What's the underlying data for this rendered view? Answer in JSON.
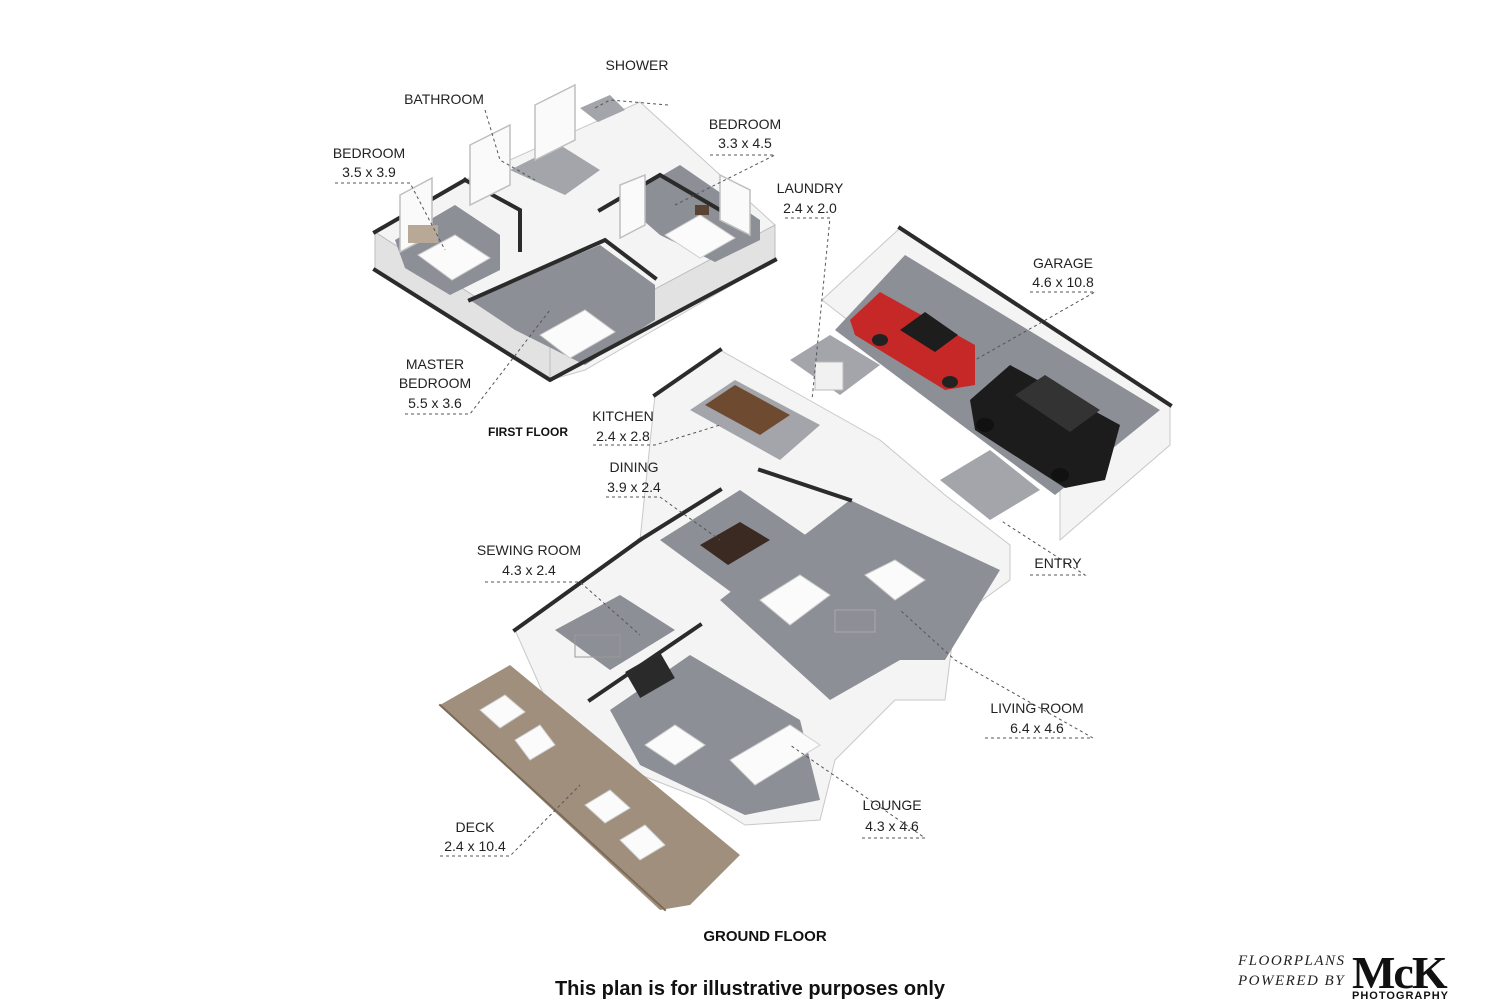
{
  "floors": {
    "first": "FIRST FLOOR",
    "ground": "GROUND FLOOR"
  },
  "rooms": {
    "shower": {
      "name": "SHOWER"
    },
    "bathroom": {
      "name": "BATHROOM"
    },
    "bedroom_left": {
      "name": "BEDROOM",
      "size": "3.5 x 3.9"
    },
    "bedroom_right": {
      "name": "BEDROOM",
      "size": "3.3 x 4.5"
    },
    "master": {
      "name1": "MASTER",
      "name2": "BEDROOM",
      "size": "5.5 x 3.6"
    },
    "laundry": {
      "name": "LAUNDRY",
      "size": "2.4 x 2.0"
    },
    "garage": {
      "name": "GARAGE",
      "size": "4.6 x 10.8"
    },
    "kitchen": {
      "name": "KITCHEN",
      "size": "2.4 x 2.8"
    },
    "dining": {
      "name": "DINING",
      "size": "3.9 x 2.4"
    },
    "sewing": {
      "name": "SEWING ROOM",
      "size": "4.3 x 2.4"
    },
    "entry": {
      "name": "ENTRY"
    },
    "living": {
      "name": "LIVING ROOM",
      "size": "6.4 x 4.6"
    },
    "lounge": {
      "name": "LOUNGE",
      "size": "4.3 x 4.6"
    },
    "deck": {
      "name": "DECK",
      "size": "2.4 x 10.4"
    }
  },
  "disclaimer": "This plan is for illustrative purposes only",
  "branding": {
    "line1": "FLOORPLANS",
    "line2": "POWERED BY",
    "logo": "McK",
    "sub": "PHOTOGRAPHY"
  },
  "colors": {
    "floor": "#8d8f96",
    "car_red": "#c62828",
    "car_black": "#1c1c1c",
    "deck_wood": "#a08f7c"
  }
}
